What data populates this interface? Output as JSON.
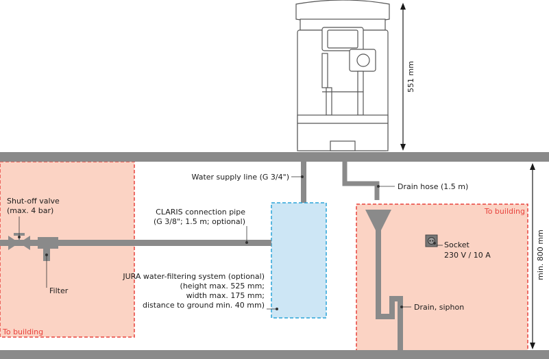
{
  "labels": {
    "water_supply": "Water supply line (G 3/4\")",
    "drain_hose": "Drain hose (1.5 m)",
    "shutoff_1": "Shut-off valve",
    "shutoff_2": "(max. 4 bar)",
    "claris_1": "CLARIS connection pipe",
    "claris_2": "(G 3/8\"; 1.5 m; optional)",
    "filter": "Filter",
    "jura_1": "JURA water-filtering system (optional)",
    "jura_2": "(height max. 525 mm;",
    "jura_3": "width max. 175 mm;",
    "jura_4": "distance to ground min. 40 mm)",
    "socket_1": "Socket",
    "socket_2": "230 V / 10 A",
    "drain_siphon": "Drain, siphon",
    "to_building_left": "To building",
    "to_building_right": "To building"
  },
  "dimensions": {
    "machine_height": "551 mm",
    "floor_height": "min. 800 mm"
  },
  "colors": {
    "pipe": "#8a8a8a",
    "building_fill": "#fbd3c4",
    "building_border": "#e8423d",
    "filter_fill": "#cde6f5",
    "filter_border": "#2aa3d8",
    "machine": "#555555"
  }
}
